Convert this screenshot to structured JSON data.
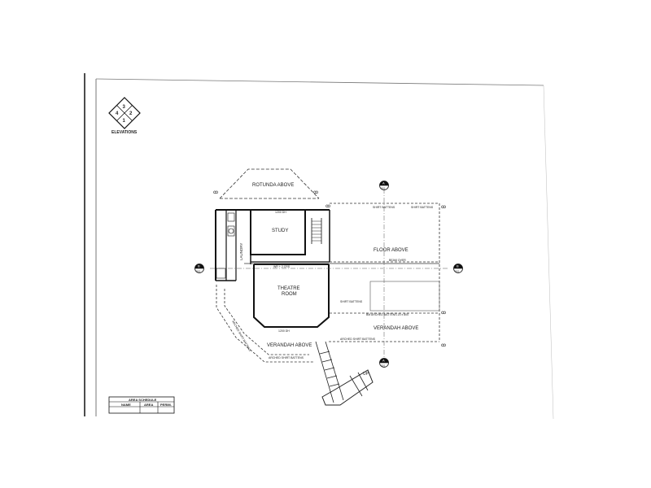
{
  "elevation_key": {
    "label": "ELEVATIONS",
    "numbers": [
      "1",
      "2",
      "3",
      "4"
    ]
  },
  "rooms": {
    "study": "STUDY",
    "theatre": [
      "THEATRE",
      "ROOM"
    ],
    "laundry": "LAUNDRY",
    "floor_above": "FLOOR ABOVE",
    "rotunda_above": "ROTUNDA ABOVE",
    "verandah_above_right": "VERANDAH ABOVE",
    "verandah_above_left": "VERANDAH ABOVE"
  },
  "notes": {
    "shirt_battens": "SHIRT BATTENS",
    "beam_over": "BEAM OVER",
    "arched_shirt_battens": "ARCHED SHIRT BATTENS",
    "dim_1200": "1200 DH",
    "dim_wall": "WR + 2.CRS",
    "up": "UP",
    "beam_soffit": "BM ARCHED BATTENS 20 x 800",
    "shirt_batten_small": "SHIRT BATTENS"
  },
  "grid_markers": {
    "A": "A",
    "B": "B",
    "code": "S01"
  },
  "area_schedule": {
    "title": "AREA SCHEDULE",
    "columns": [
      "NAME",
      "AREA",
      "PERIM."
    ]
  }
}
